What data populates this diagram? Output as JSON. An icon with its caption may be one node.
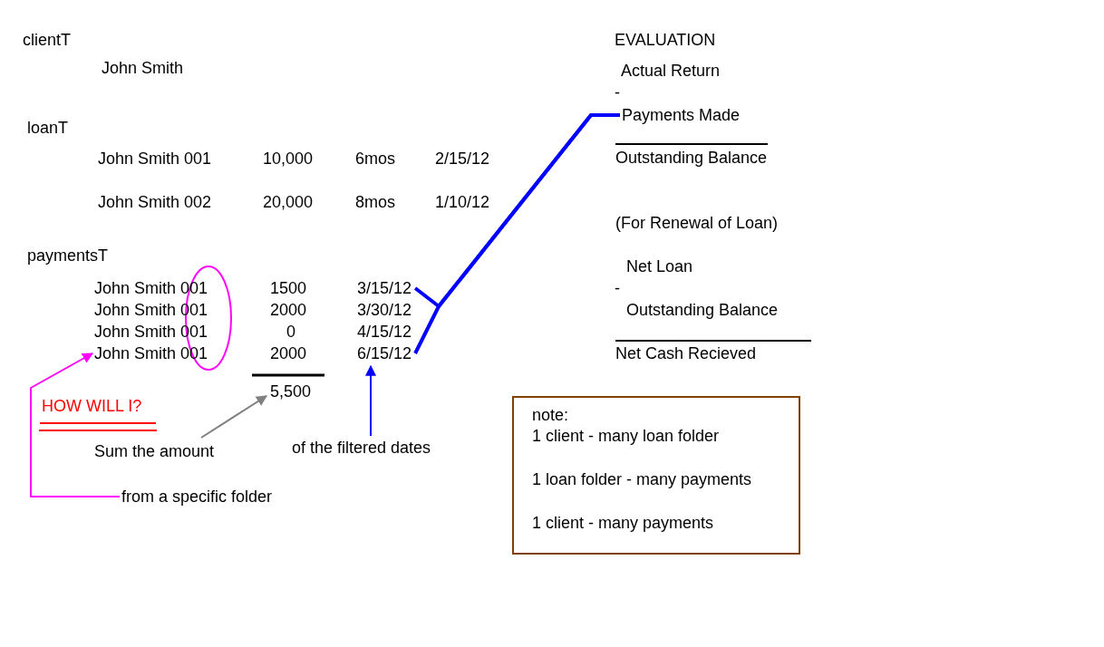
{
  "diagram": {
    "nodes": [
      {
        "text": [
          "Payments Made"
        ]
      },
      {
        "text": [
          "3/15/12"
        ]
      },
      {
        "text": [
          "6/15/12"
        ]
      },
      {
        "text": [
          "John Smith 001"
        ]
      },
      {
        "text": [
          "5,500"
        ]
      },
      {
        "text": [
          "Sum the amount"
        ]
      },
      {
        "text": [
          "of the filtered dates"
        ]
      },
      {
        "text": [
          "from a specific folder"
        ]
      },
      {
        "text": [
          "note:",
          "1 client - many loan folder",
          "1 loan folder - many payments",
          "1 client - many payments"
        ]
      }
    ],
    "edges": [
      {
        "from": 1,
        "to": 0,
        "arrow": "none",
        "style": "thick",
        "color": "#0000ff"
      },
      {
        "from": 2,
        "to": 0,
        "arrow": "none",
        "style": "thick",
        "color": "#0000ff"
      },
      {
        "from": 6,
        "to": 2,
        "arrow": "to",
        "color": "#0000ff"
      },
      {
        "from": 5,
        "to": 4,
        "arrow": "to",
        "color": "#808080"
      },
      {
        "from": 7,
        "to": 3,
        "arrow": "to",
        "color": "#ff00ff"
      }
    ],
    "labels": [
      "clientT",
      "John Smith",
      "loanT",
      "John Smith 001",
      "10,000",
      "6mos",
      "2/15/12",
      "John Smith 002",
      "20,000",
      "8mos",
      "1/10/12",
      "paymentsT",
      "John Smith 001",
      "1500",
      "John Smith 001",
      "2000",
      "3/30/12",
      "John Smith 001",
      "0",
      "4/15/12",
      "2000",
      "HOW WILL I?",
      "EVALUATION",
      "Actual Return",
      "-",
      "Outstanding Balance",
      "(For Renewal of Loan)",
      "Net Loan",
      "-",
      "Outstanding Balance",
      "Net Cash Recieved"
    ]
  }
}
